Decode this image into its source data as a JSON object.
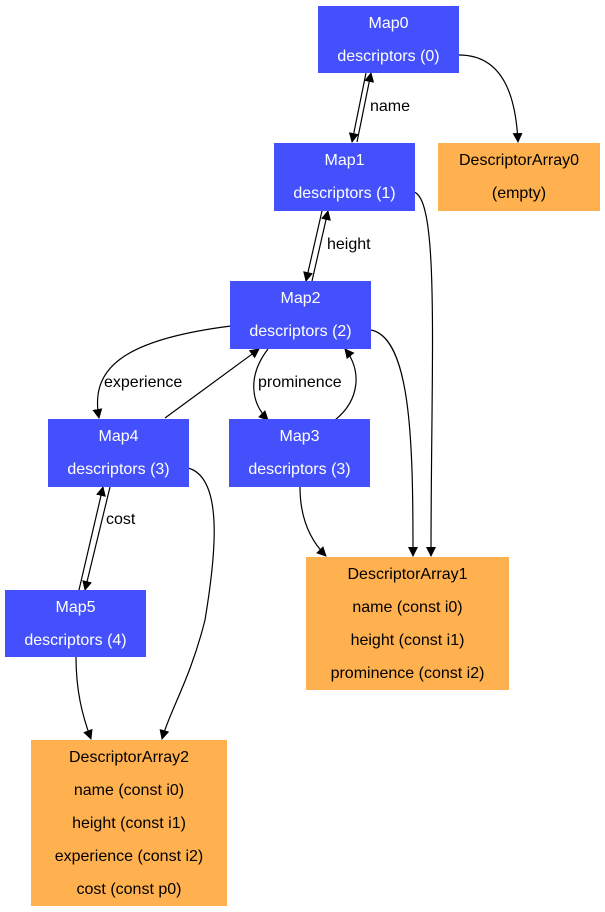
{
  "colors": {
    "map": "#4350fb",
    "descriptor_array": "#ffb04f",
    "edge": "#000000"
  },
  "maps": {
    "map0": {
      "title": "Map0",
      "descriptors": "descriptors (0)"
    },
    "map1": {
      "title": "Map1",
      "descriptors": "descriptors (1)"
    },
    "map2": {
      "title": "Map2",
      "descriptors": "descriptors (2)"
    },
    "map3": {
      "title": "Map3",
      "descriptors": "descriptors (3)"
    },
    "map4": {
      "title": "Map4",
      "descriptors": "descriptors (3)"
    },
    "map5": {
      "title": "Map5",
      "descriptors": "descriptors (4)"
    }
  },
  "arrays": {
    "da0": {
      "title": "DescriptorArray0",
      "entries": [
        "(empty)"
      ]
    },
    "da1": {
      "title": "DescriptorArray1",
      "entries": [
        "name (const i0)",
        "height (const i1)",
        "prominence (const i2)"
      ]
    },
    "da2": {
      "title": "DescriptorArray2",
      "entries": [
        "name (const i0)",
        "height (const i1)",
        "experience (const i2)",
        "cost (const p0)"
      ]
    }
  },
  "edge_labels": {
    "name": "name",
    "height": "height",
    "experience": "experience",
    "prominence": "prominence",
    "cost": "cost"
  }
}
